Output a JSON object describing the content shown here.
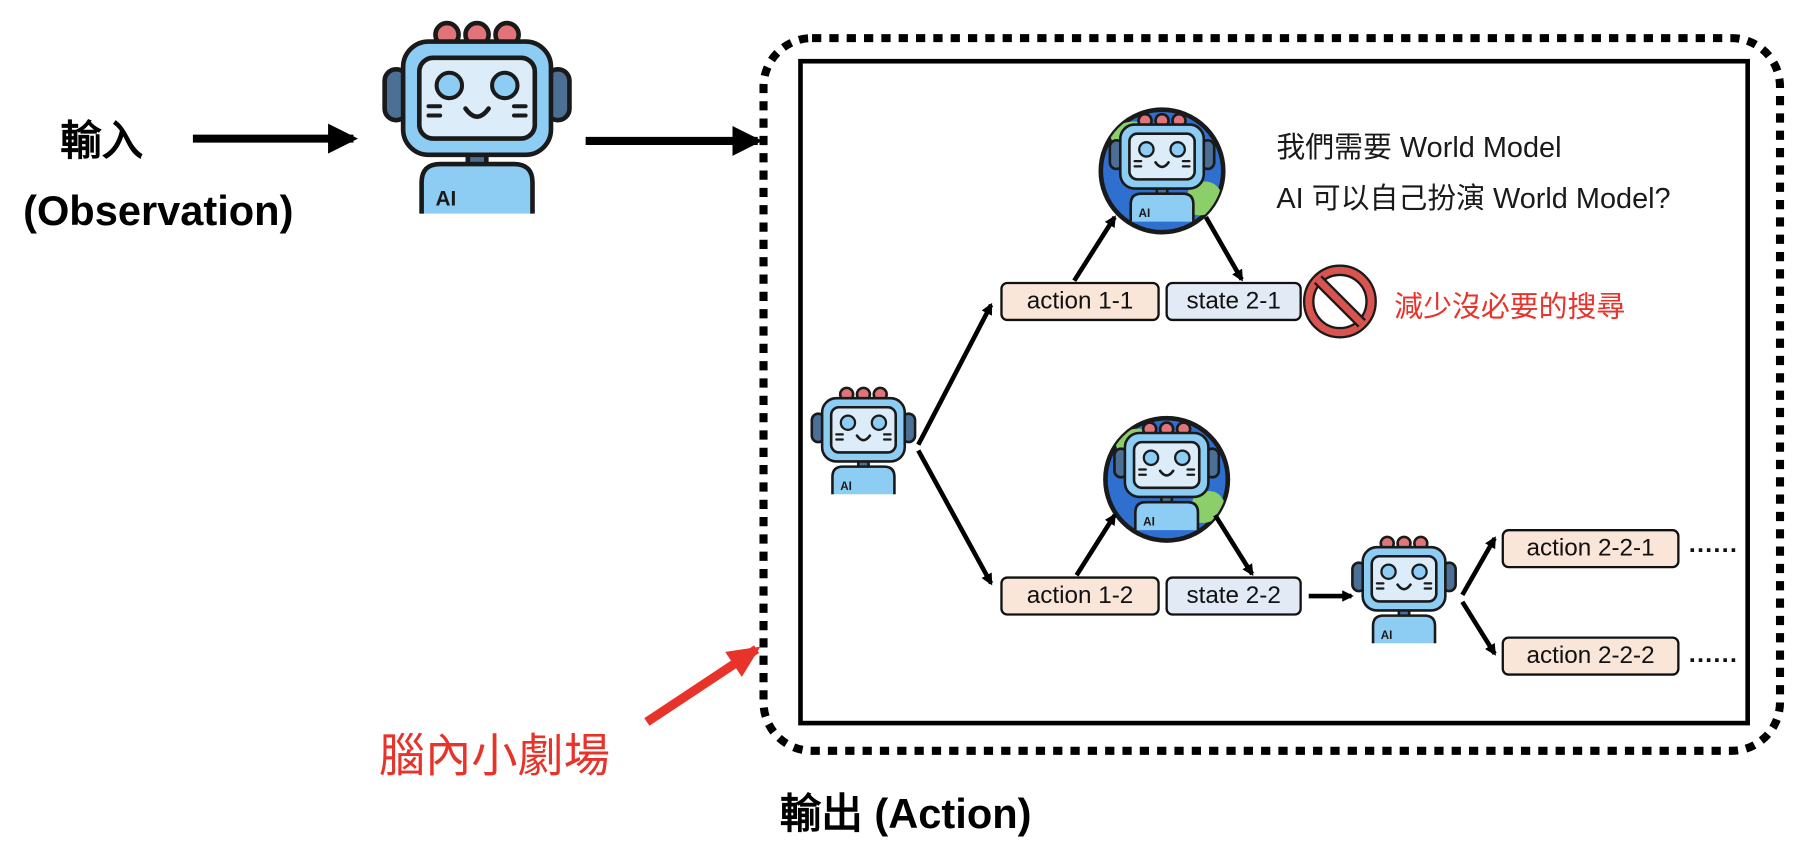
{
  "input": {
    "title": "輸入",
    "subtitle": "(Observation)"
  },
  "output": {
    "label": "輸出 (Action)"
  },
  "brain_theater": {
    "label": "腦內小劇場",
    "color": "#e8332a"
  },
  "notes": {
    "line1": "我們需要 World Model",
    "line2": "AI 可以自己扮演 World Model?",
    "prune": "減少沒必要的搜尋"
  },
  "tree": {
    "branch_top": {
      "action": "action 1-1",
      "state": "state 2-1"
    },
    "branch_bottom": {
      "action": "action 1-2",
      "state": "state 2-2"
    },
    "sub_branches": [
      {
        "action": "action 2-2-1",
        "continuation": "......"
      },
      {
        "action": "action 2-2-2",
        "continuation": "......"
      }
    ]
  },
  "robot_badge": "AI",
  "colors": {
    "action_fill": "#f9e6d8",
    "state_fill": "#e2ebf5",
    "robot_body": "#8ecdf3",
    "robot_screen": "#dcecf9",
    "earth_blue": "#2f6fcf",
    "earth_green": "#8ccf6a",
    "no_sign": "#d9534f"
  }
}
